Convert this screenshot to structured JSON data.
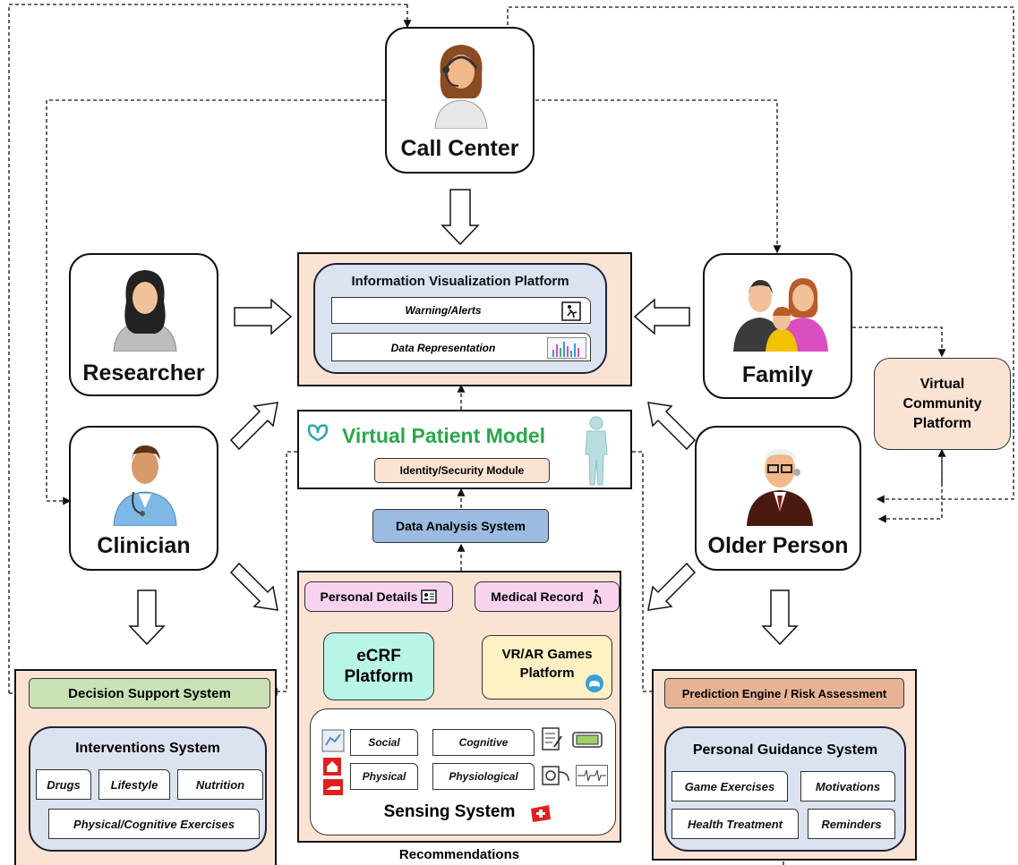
{
  "actors": {
    "call_center": "Call Center",
    "researcher": "Researcher",
    "clinician": "Clinician",
    "family": "Family",
    "older_person": "Older Person"
  },
  "info_platform": {
    "title": "Information Visualization Platform",
    "warning": "Warning/Alerts",
    "data_rep": "Data Representation"
  },
  "vpm": {
    "title": "Virtual Patient Model",
    "identity": "Identity/Security Module"
  },
  "data_analysis": "Data Analysis System",
  "community": "Virtual Community Platform",
  "central": {
    "personal_details": "Personal Details",
    "medical_record": "Medical Record",
    "ecrf": "eCRF Platform",
    "vrar": "VR/AR Games Platform",
    "sensing": {
      "title": "Sensing System",
      "tags": [
        "Social",
        "Cognitive",
        "Physical",
        "Physiological"
      ]
    },
    "caption": "Recommendations"
  },
  "left_panel": {
    "dss": "Decision Support System",
    "interventions": "Interventions System",
    "items": [
      "Drugs",
      "Lifestyle",
      "Nutrition",
      "Physical/Cognitive Exercises"
    ]
  },
  "right_panel": {
    "prediction": "Prediction Engine / Risk Assessment",
    "guidance": "Personal Guidance System",
    "items": [
      "Game Exercises",
      "Motivations",
      "Health Treatment",
      "Reminders"
    ]
  },
  "colors": {
    "peach": "#fbe3d4",
    "lightblue": "#dbe3f1",
    "green_title": "#2aa84a",
    "dss_green": "#c9e2b3",
    "prediction_orange": "#e6b395",
    "ecrf_mint": "#b9f5e6",
    "vrar_yellow": "#fff1c4",
    "data_analysis_blue": "#9bbbe0",
    "pink": "#f8d3ef"
  }
}
